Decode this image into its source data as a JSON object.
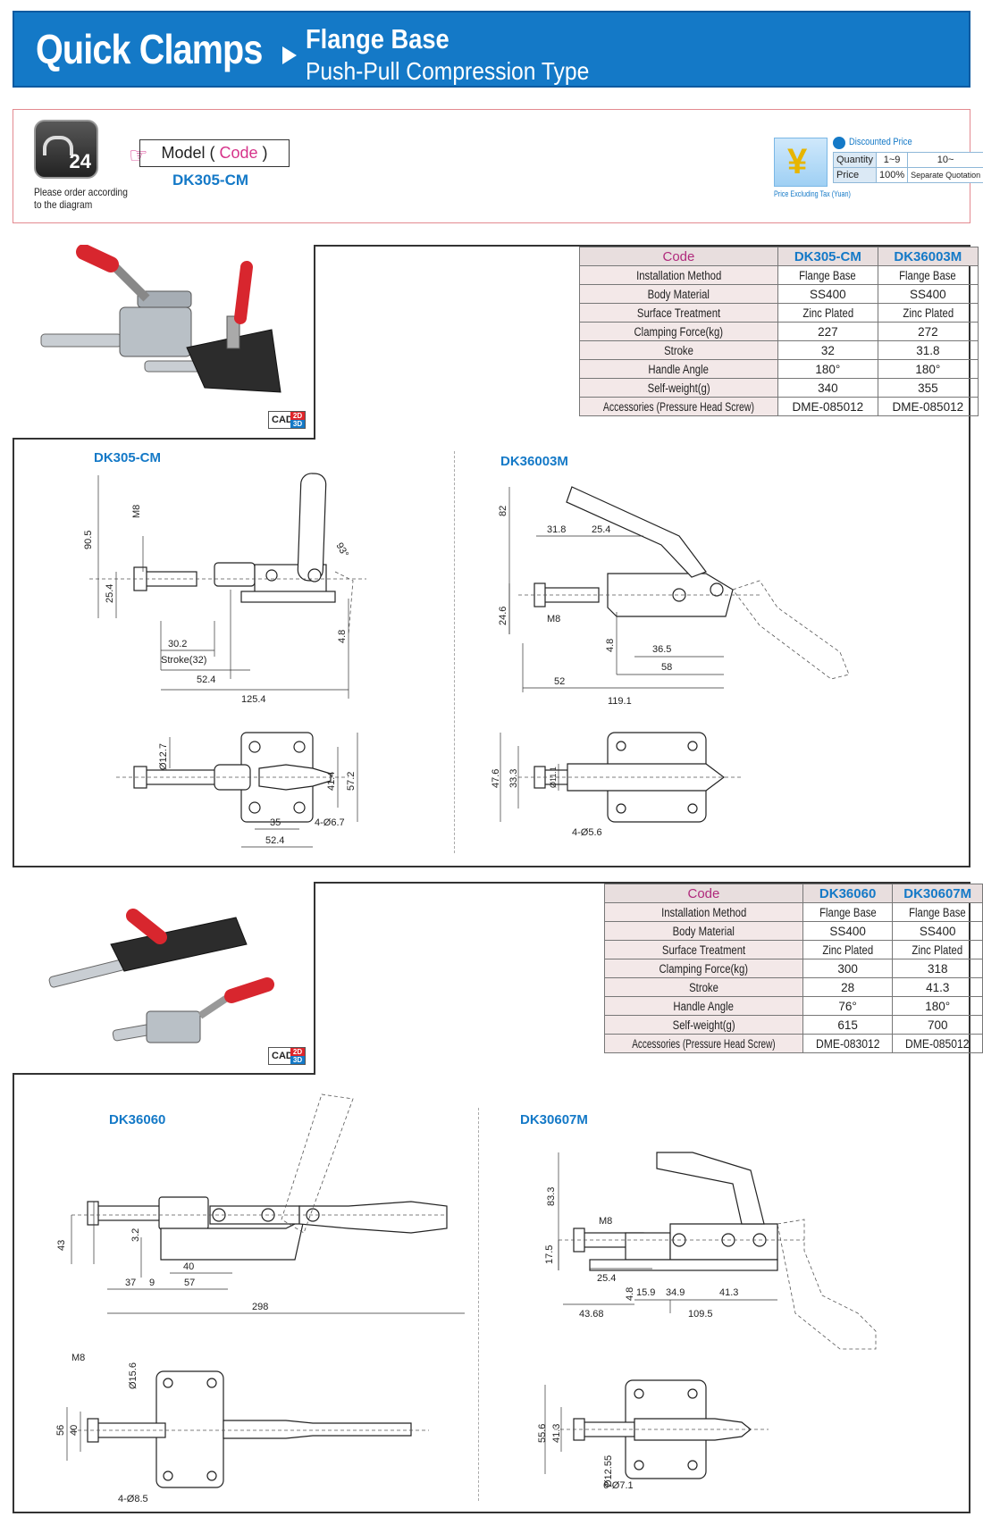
{
  "header": {
    "title": "Quick Clamps",
    "subtitle1": "Flange Base",
    "subtitle2": "Push-Pull Compression Type"
  },
  "order": {
    "note_line1": "Please order according",
    "note_line2": "to the diagram",
    "model_label": "Model (",
    "model_code_word": "Code",
    "model_close": ")",
    "model_value": "DK305-CM"
  },
  "price": {
    "heading": "Discounted Price",
    "quantity_label": "Quantity",
    "qty1": "1~9",
    "qty2": "10~",
    "price_label": "Price",
    "price1": "100%",
    "price2": "Separate Quotation",
    "note": "Price Excluding Tax (Yuan)",
    "icon": "yen-icon"
  },
  "cad_badge": {
    "text": "CAD",
    "two_d": "2D",
    "three_d": "3D"
  },
  "table1": {
    "code_label": "Code",
    "models": [
      "DK305-CM",
      "DK36003M"
    ],
    "rows": [
      {
        "label": "Installation Method",
        "values": [
          "Flange Base",
          "Flange Base"
        ]
      },
      {
        "label": "Body Material",
        "values": [
          "SS400",
          "SS400"
        ]
      },
      {
        "label": "Surface Treatment",
        "values": [
          "Zinc Plated",
          "Zinc Plated"
        ]
      },
      {
        "label": "Clamping Force(kg)",
        "values": [
          "227",
          "272"
        ]
      },
      {
        "label": "Stroke",
        "values": [
          "32",
          "31.8"
        ]
      },
      {
        "label": "Handle Angle",
        "values": [
          "180°",
          "180°"
        ]
      },
      {
        "label": "Self-weight(g)",
        "values": [
          "340",
          "355"
        ]
      },
      {
        "label": "Accessories (Pressure Head Screw)",
        "values": [
          "DME-085012",
          "DME-085012"
        ]
      }
    ]
  },
  "table2": {
    "code_label": "Code",
    "models": [
      "DK36060",
      "DK30607M"
    ],
    "rows": [
      {
        "label": "Installation Method",
        "values": [
          "Flange Base",
          "Flange Base"
        ]
      },
      {
        "label": "Body Material",
        "values": [
          "SS400",
          "SS400"
        ]
      },
      {
        "label": "Surface Treatment",
        "values": [
          "Zinc Plated",
          "Zinc Plated"
        ]
      },
      {
        "label": "Clamping Force(kg)",
        "values": [
          "300",
          "318"
        ]
      },
      {
        "label": "Stroke",
        "values": [
          "28",
          "41.3"
        ]
      },
      {
        "label": "Handle Angle",
        "values": [
          "76°",
          "180°"
        ]
      },
      {
        "label": "Self-weight(g)",
        "values": [
          "615",
          "700"
        ]
      },
      {
        "label": "Accessories (Pressure Head Screw)",
        "values": [
          "DME-083012",
          "DME-085012"
        ]
      }
    ]
  },
  "drawings": {
    "dk305": {
      "title": "DK305-CM",
      "d_90_5": "90.5",
      "d_m8": "M8",
      "d_25_4": "25.4",
      "d_30_2": "30.2",
      "d_stroke": "Stroke(32)",
      "d_52_4": "52.4",
      "d_125_4": "125.4",
      "d_4_8": "4.8",
      "d_93": "93°",
      "d_dia12_7": "Ø12.7",
      "d_41_4": "41.4",
      "d_57_2": "57.2",
      "d_35": "35",
      "d_52_4b": "52.4",
      "d_holes": "4-Ø6.7"
    },
    "dk36003": {
      "title": "DK36003M",
      "d_82": "82",
      "d_31_8": "31.8",
      "d_25_4": "25.4",
      "d_m8": "M8",
      "d_24_6": "24.6",
      "d_36_5": "36.5",
      "d_4_8": "4.8",
      "d_52": "52",
      "d_58": "58",
      "d_119_1": "119.1",
      "d_47_6": "47.6",
      "d_33_3": "33.3",
      "d_dia11_1": "Ø11.1",
      "d_holes": "4-Ø5.6"
    },
    "dk36060": {
      "title": "DK36060",
      "d_43": "43",
      "d_3_2": "3.2",
      "d_40": "40",
      "d_37": "37",
      "d_9": "9",
      "d_57": "57",
      "d_298": "298",
      "d_m8": "M8",
      "d_dia15_6": "Ø15.6",
      "d_56": "56",
      "d_40b": "40",
      "d_holes": "4-Ø8.5"
    },
    "dk30607": {
      "title": "DK30607M",
      "d_83_3": "83.3",
      "d_m8": "M8",
      "d_17_5": "17.5",
      "d_25_4": "25.4",
      "d_4_8": "4.8",
      "d_15_9": "15.9",
      "d_34_9": "34.9",
      "d_41_3": "41.3",
      "d_43_68": "43.68",
      "d_109_5": "109.5",
      "d_55_6": "55.6",
      "d_41_3b": "41.3",
      "d_dia12_55": "Ø12.55",
      "d_holes": "6-Ø7.1"
    }
  }
}
